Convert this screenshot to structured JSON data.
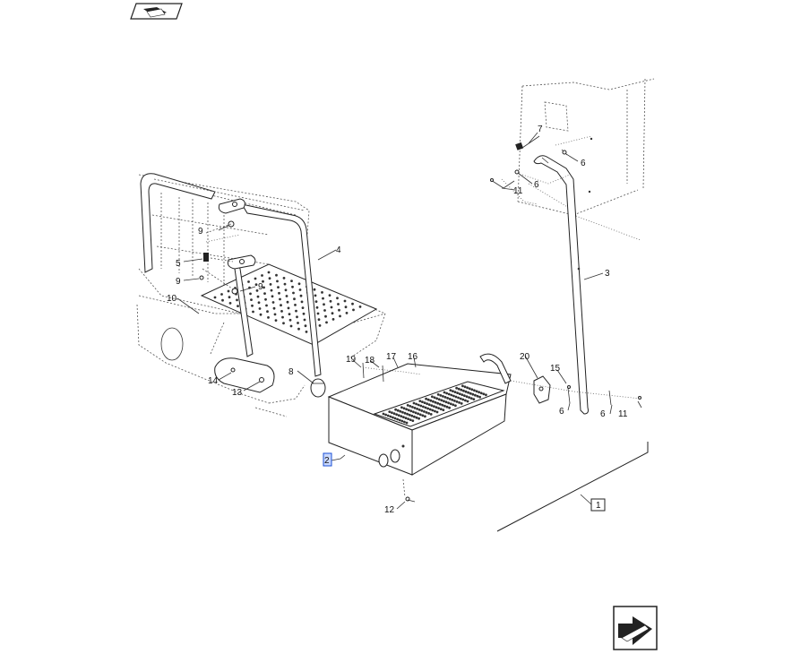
{
  "callouts": {
    "c1": "1",
    "c2": "2",
    "c3": "3",
    "c4": "4",
    "c5": "5",
    "c6a": "6",
    "c6b": "6",
    "c6c": "6",
    "c6d": "6",
    "c7": "7",
    "c8": "8",
    "c9a": "9",
    "c9b": "9",
    "c9c": "9",
    "c10": "10",
    "c11a": "11",
    "c11b": "11",
    "c12": "12",
    "c13": "13",
    "c14": "14",
    "c15": "15",
    "c16": "16",
    "c17": "17",
    "c18": "18",
    "c19": "19",
    "c20": "20"
  },
  "icons": {
    "top_left": "exploded-view-icon",
    "bottom_right": "next-page-arrow-icon"
  },
  "colors": {
    "line": "#222222",
    "highlight_box": "#1a4fd6",
    "highlight_fill": "#c9d8ff"
  }
}
